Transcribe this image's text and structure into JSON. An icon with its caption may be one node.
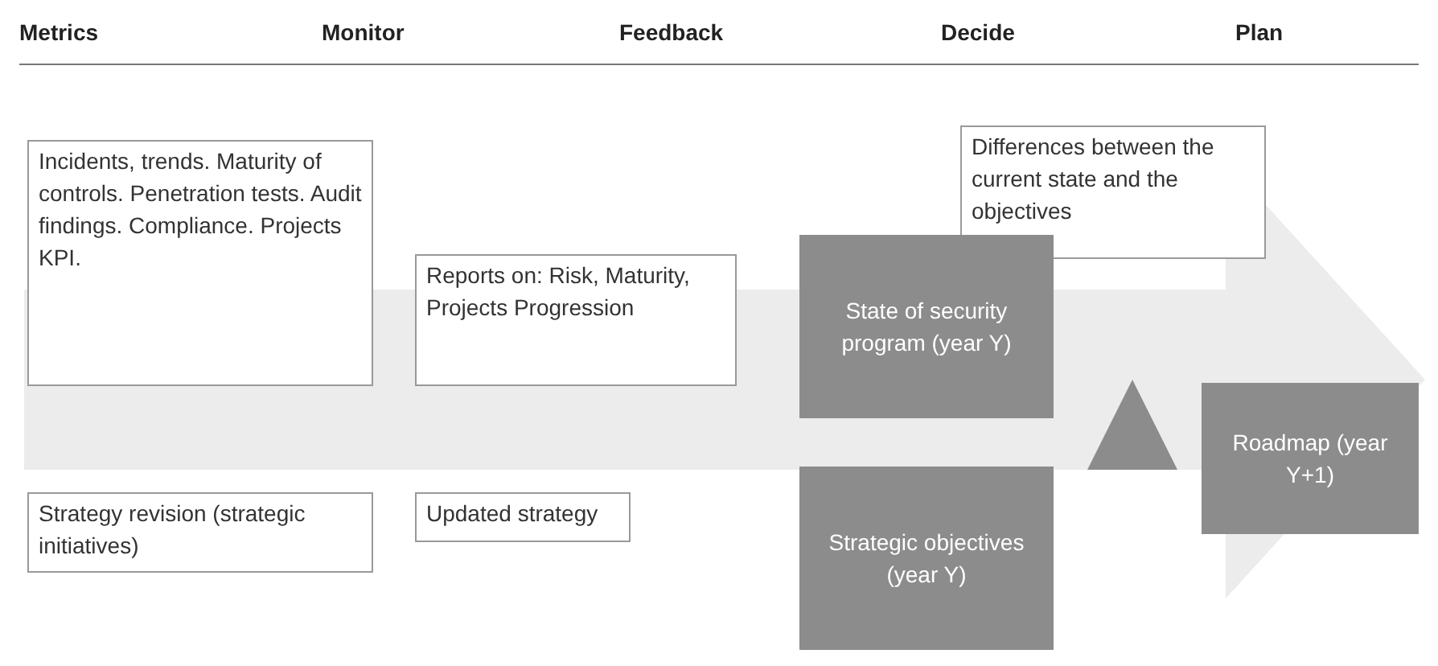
{
  "diagram": {
    "nodes": [
      {
        "text": [
          "Differences between the current state and the objectives"
        ]
      },
      {
        "text": [
          "Incidents, trends. Maturity of controls. Penetration tests. Audit findings. Compliance. Projects KPI."
        ]
      },
      {
        "text": [
          "Reports on: Risk, Maturity, Projects Progression"
        ]
      },
      {
        "text": [
          "State of security program (year Y)"
        ]
      },
      {
        "text": [
          "Strategy revision (strategic initiatives)"
        ]
      },
      {
        "text": [
          "Updated strategy"
        ]
      },
      {
        "text": [
          "Strategic objectives (year Y)"
        ]
      },
      {
        "text": [],
        "shape": "triangle"
      },
      {
        "text": [
          "Roadmap (year Y+1)"
        ]
      }
    ],
    "labels": [
      "Metrics",
      "Monitor",
      "Feedback",
      "Decide",
      "Plan"
    ]
  }
}
